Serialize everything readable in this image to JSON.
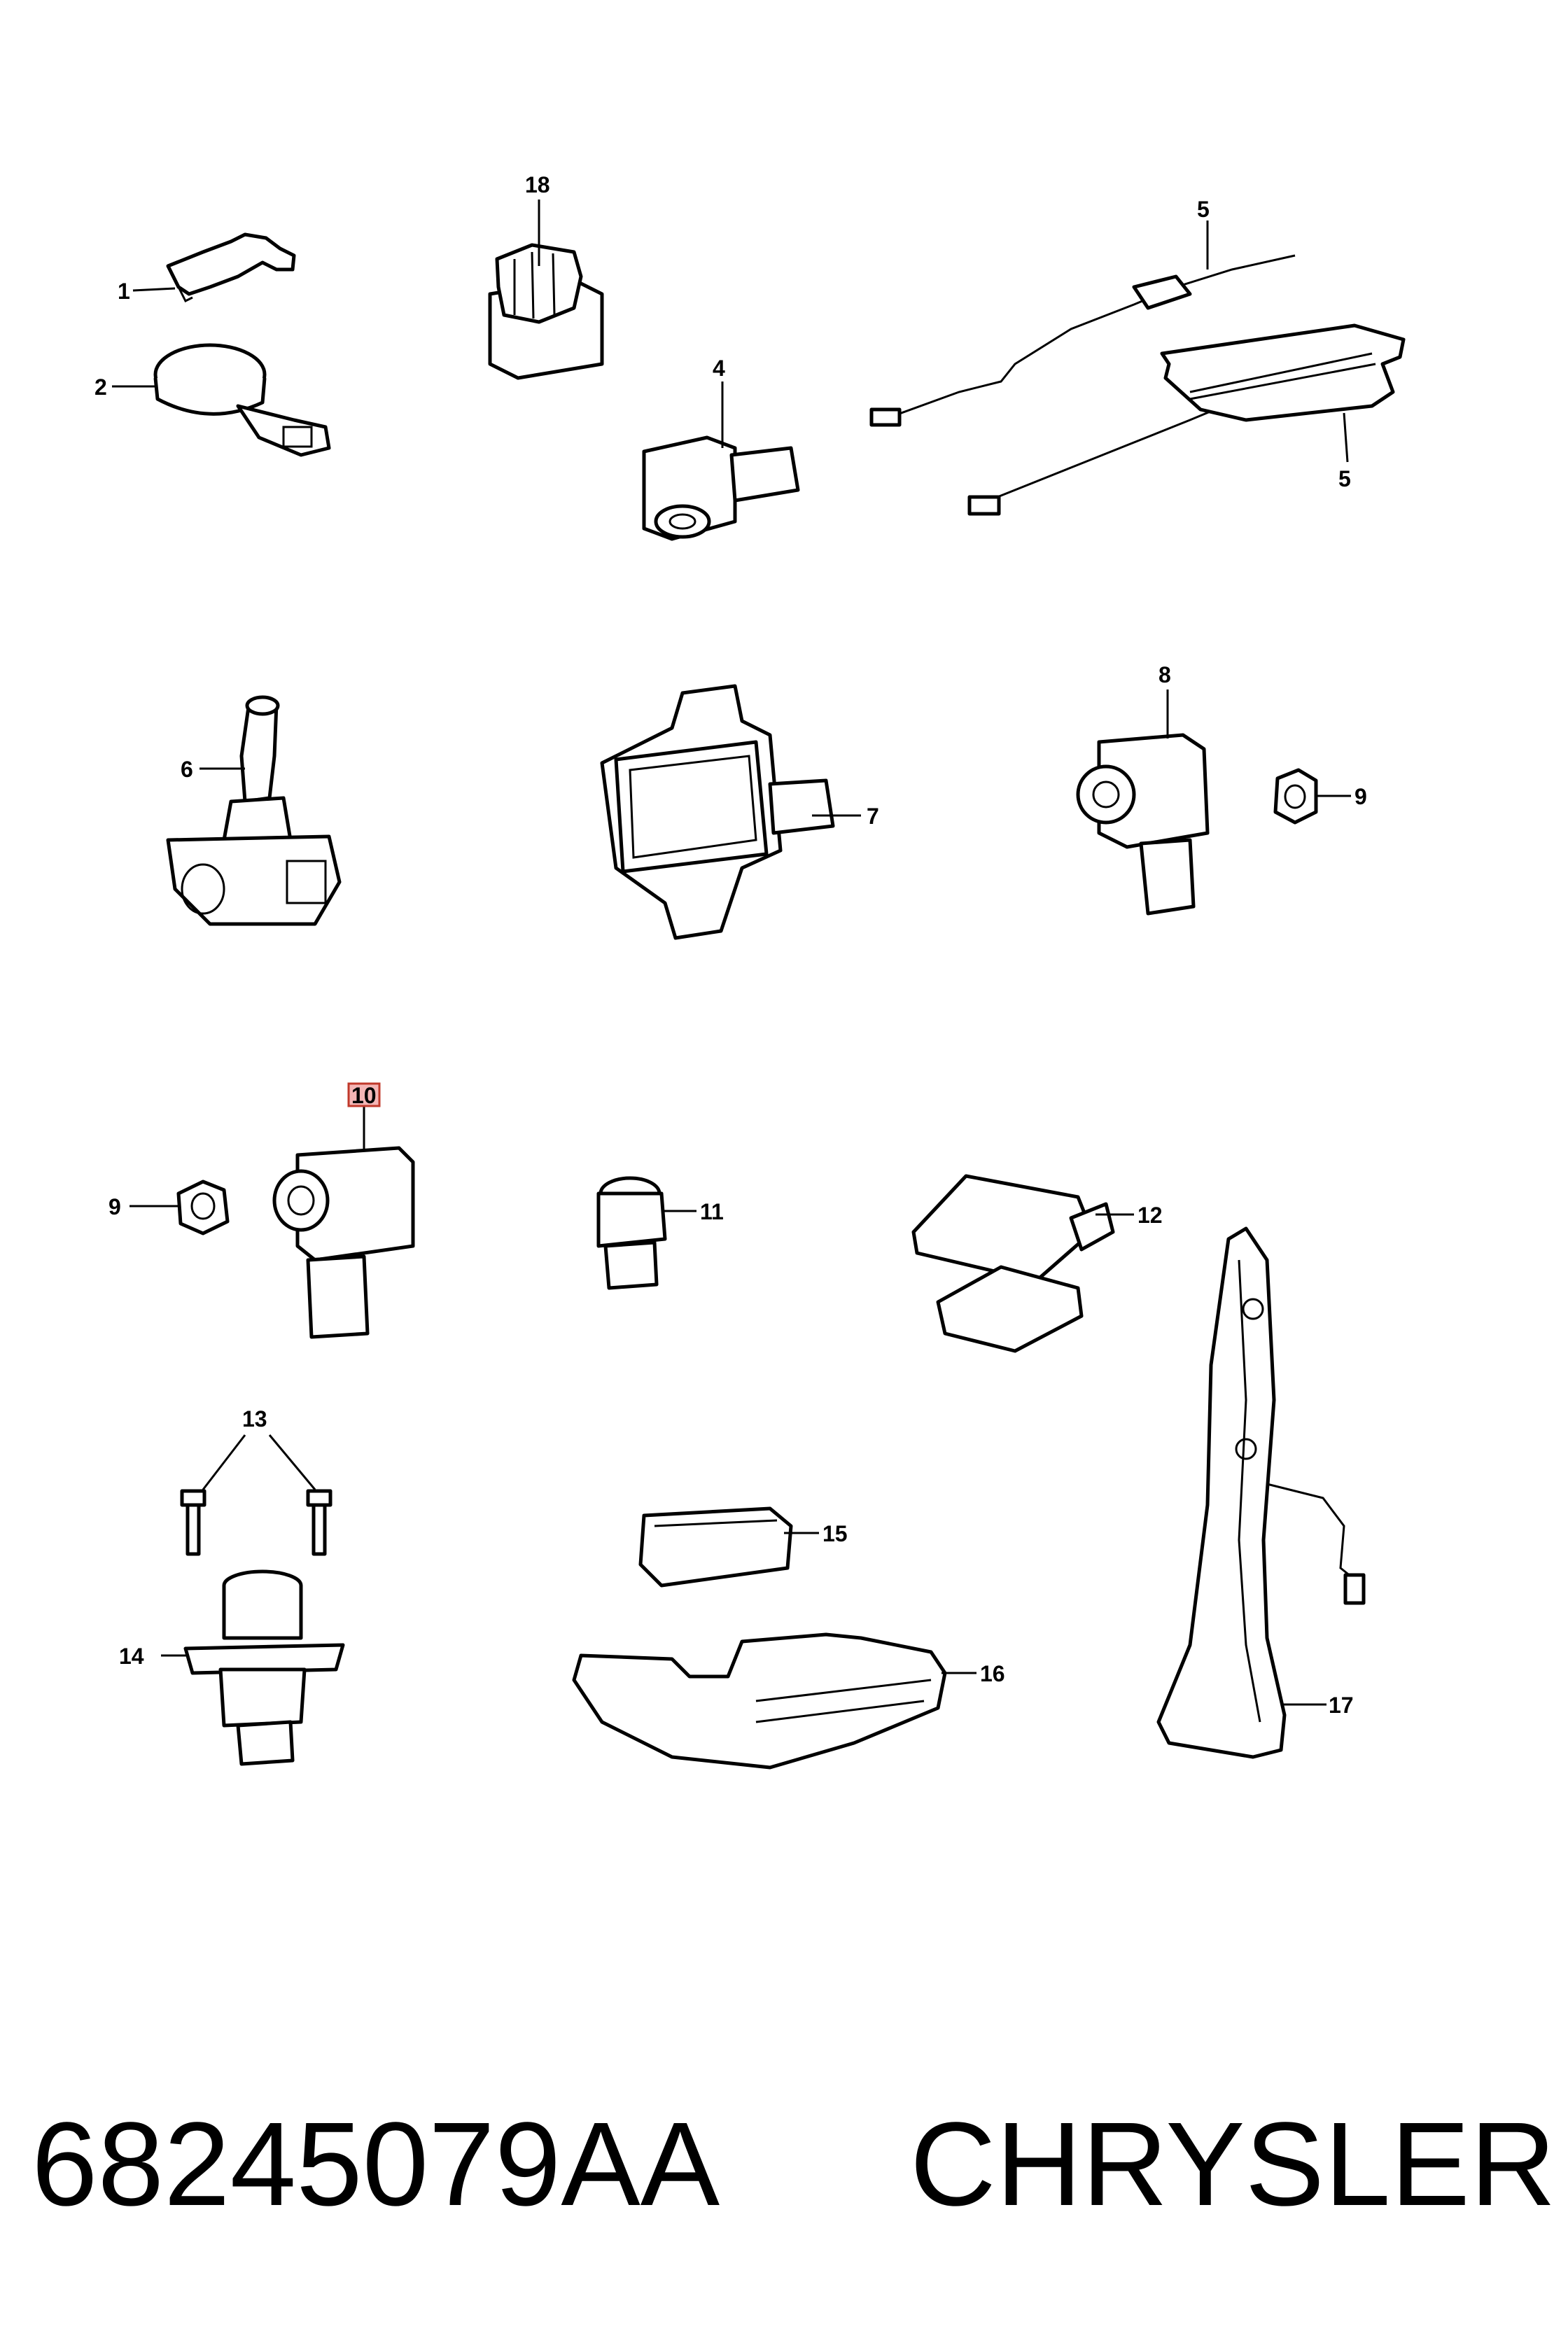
{
  "callouts": {
    "c1": "1",
    "c2": "2",
    "c4": "4",
    "c5a": "5",
    "c5b": "5",
    "c6": "6",
    "c7": "7",
    "c8": "8",
    "c9a": "9",
    "c9b": "9",
    "c10": "10",
    "c11": "11",
    "c12": "12",
    "c13": "13",
    "c14": "14",
    "c15": "15",
    "c16": "16",
    "c17": "17",
    "c18": "18"
  },
  "highlighted_callout": "10",
  "footer": {
    "part_number": "68245079AA",
    "brand": "CHRYSLER"
  }
}
